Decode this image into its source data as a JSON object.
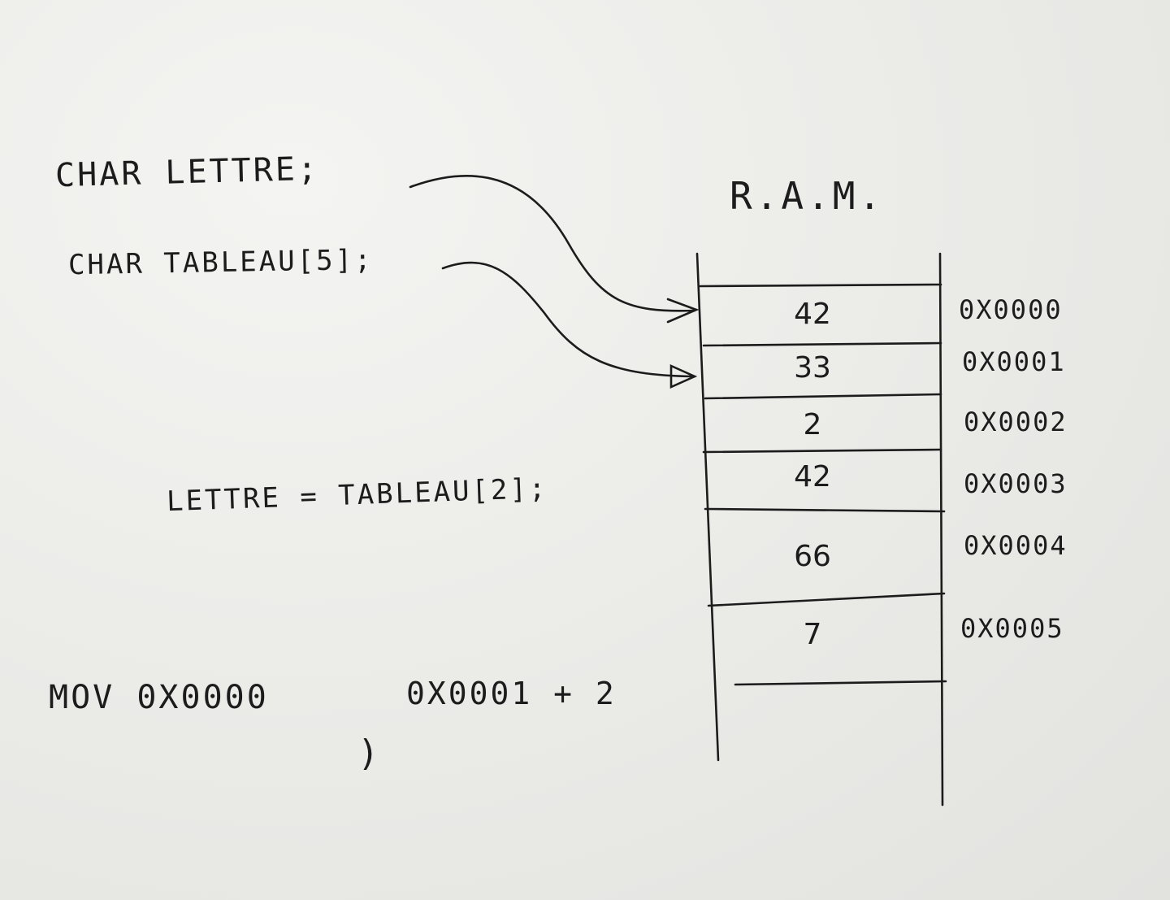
{
  "code": {
    "decl_letter": "CHAR LETTRE;",
    "decl_tableau": "CHAR TABLEAU[5];",
    "assign": "LETTRE = TABLEAU[2];",
    "mov": "MOV 0X0000",
    "mov_operand": "0X0001 + 2",
    "mov_bracket": ")"
  },
  "ram": {
    "title": "R.A.M.",
    "cells": [
      {
        "value": "42",
        "address": "0X0000"
      },
      {
        "value": "33",
        "address": "0X0001"
      },
      {
        "value": "2",
        "address": "0X0002"
      },
      {
        "value": "42",
        "address": "0X0003"
      },
      {
        "value": "66",
        "address": "0X0004"
      },
      {
        "value": "7",
        "address": "0X0005"
      }
    ]
  },
  "colors": {
    "ink": "#1c1c1c",
    "board": "#ecece9"
  }
}
